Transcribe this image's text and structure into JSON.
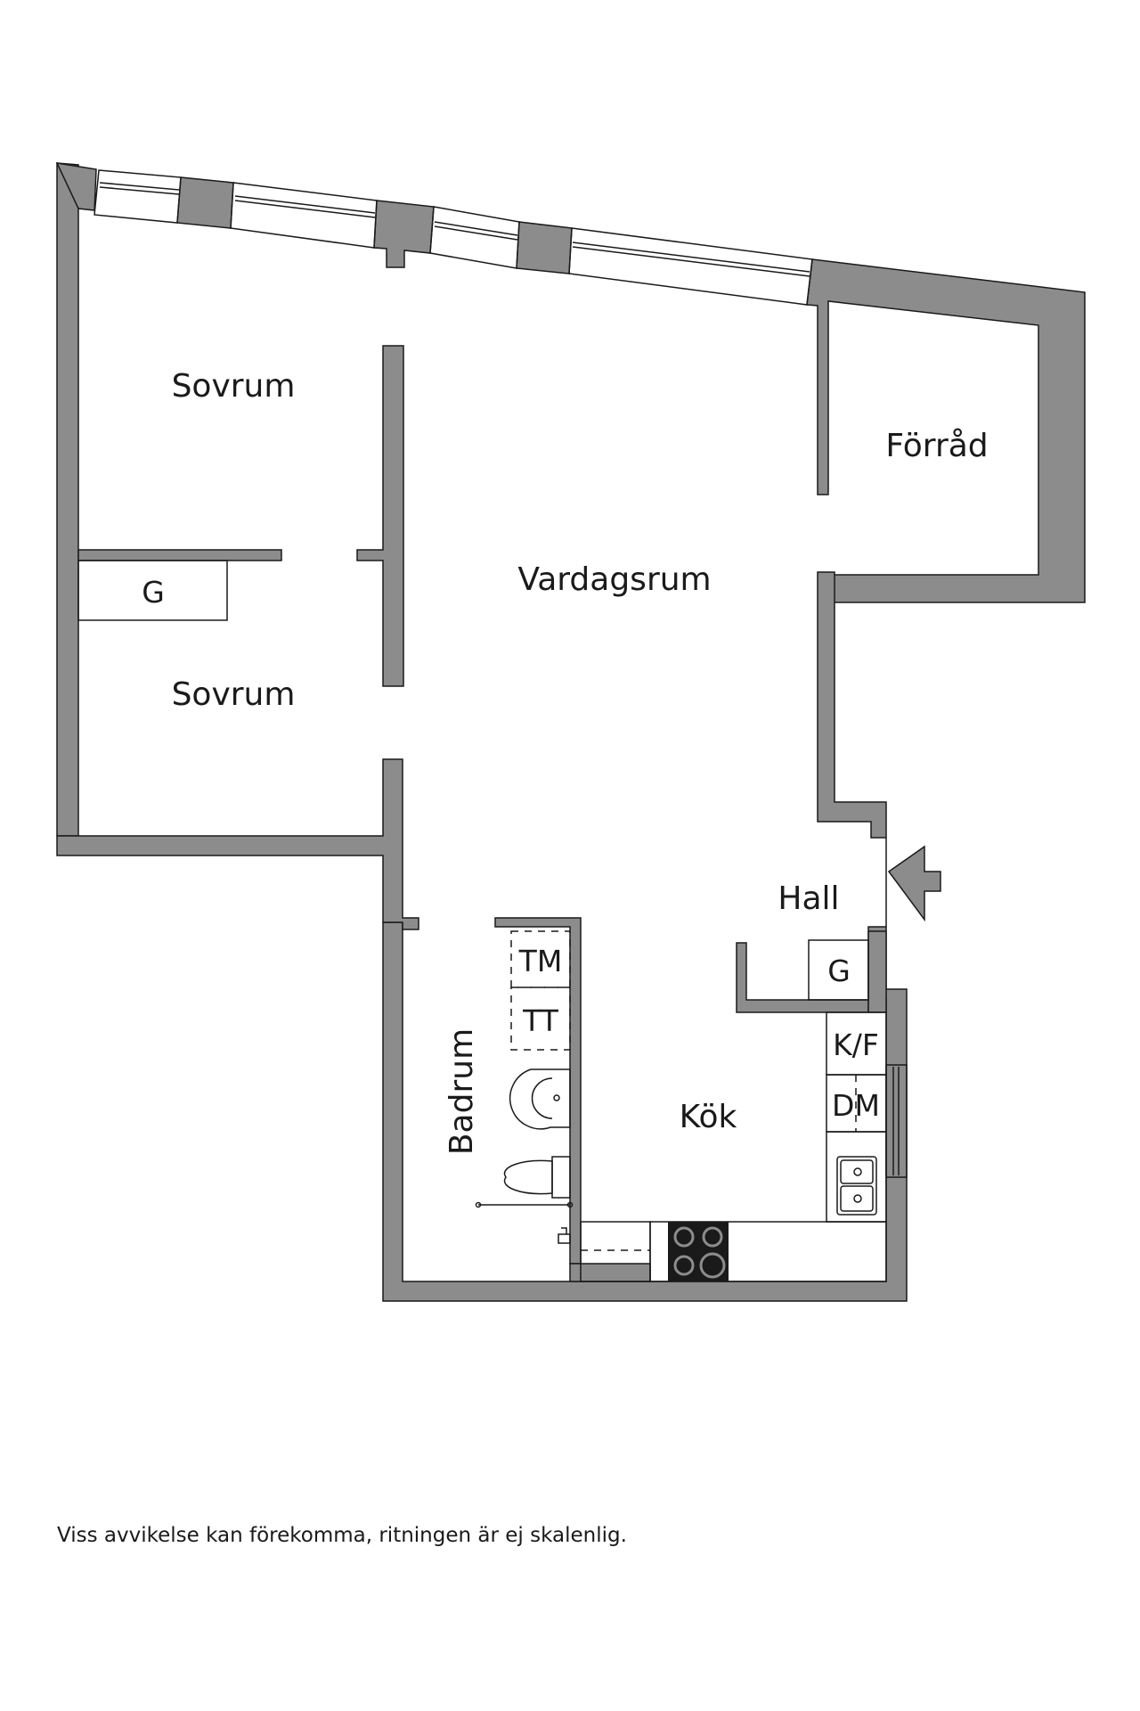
{
  "rooms": {
    "bedroom_top": "Sovrum",
    "bedroom_bottom": "Sovrum",
    "living_room": "Vardagsrum",
    "storage": "Förråd",
    "hall": "Hall",
    "kitchen": "Kök",
    "bathroom": "Badrum"
  },
  "fixtures": {
    "wardrobe_bedroom": "G",
    "wardrobe_hall": "G",
    "washing_machine": "TM",
    "tumble_dryer": "TT",
    "fridge_freezer": "K/F",
    "dishwasher": "DM"
  },
  "colors": {
    "wall": "#8c8c8c",
    "line": "#1a1a1a",
    "background": "#ffffff"
  },
  "disclaimer": "Viss avvikelse kan förekomma, ritningen är ej skalenlig."
}
